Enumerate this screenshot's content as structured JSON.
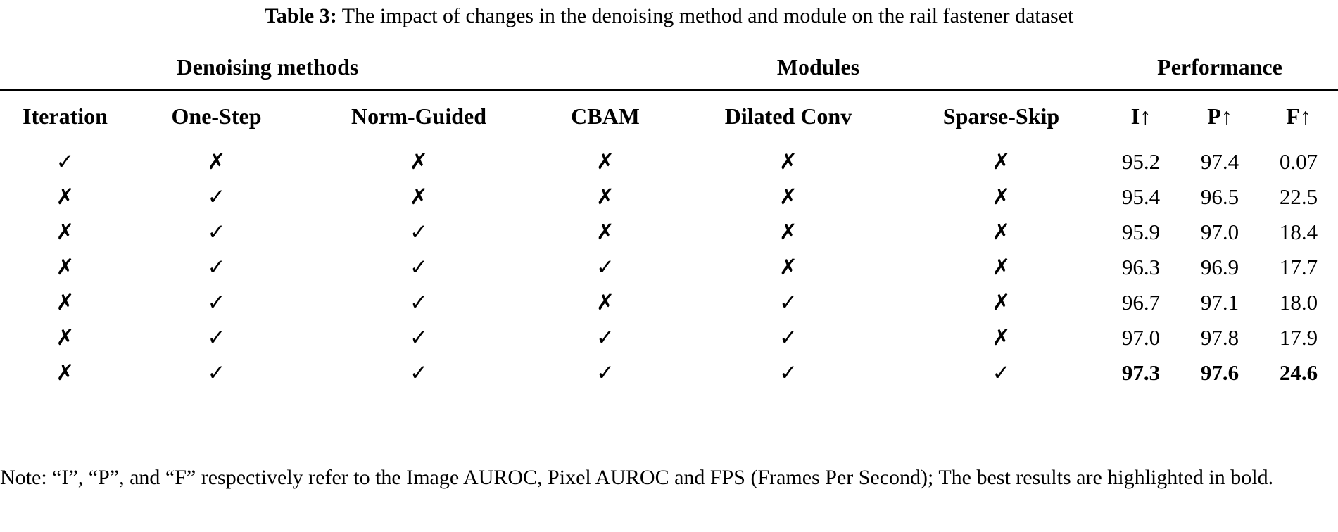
{
  "caption": {
    "label": "Table 3:",
    "text": "The impact of changes in the denoising method and module on the rail fastener dataset"
  },
  "table": {
    "group_headers": [
      {
        "label": "Denoising methods",
        "span": 3
      },
      {
        "label": "Modules",
        "span": 3
      },
      {
        "label": "Performance",
        "span": 3
      }
    ],
    "columns": [
      "Iteration",
      "One-Step",
      "Norm-Guided",
      "CBAM",
      "Dilated Conv",
      "Sparse-Skip",
      "I↑",
      "P↑",
      "F↑"
    ],
    "marks": {
      "check": "✓",
      "cross": "✗"
    },
    "rows": [
      {
        "iteration": "✓",
        "one_step": "✗",
        "norm_guided": "✗",
        "cbam": "✗",
        "dilated_conv": "✗",
        "sparse_skip": "✗",
        "I": "95.2",
        "P": "97.4",
        "F": "0.07",
        "best": false
      },
      {
        "iteration": "✗",
        "one_step": "✓",
        "norm_guided": "✗",
        "cbam": "✗",
        "dilated_conv": "✗",
        "sparse_skip": "✗",
        "I": "95.4",
        "P": "96.5",
        "F": "22.5",
        "best": false
      },
      {
        "iteration": "✗",
        "one_step": "✓",
        "norm_guided": "✓",
        "cbam": "✗",
        "dilated_conv": "✗",
        "sparse_skip": "✗",
        "I": "95.9",
        "P": "97.0",
        "F": "18.4",
        "best": false
      },
      {
        "iteration": "✗",
        "one_step": "✓",
        "norm_guided": "✓",
        "cbam": "✓",
        "dilated_conv": "✗",
        "sparse_skip": "✗",
        "I": "96.3",
        "P": "96.9",
        "F": "17.7",
        "best": false
      },
      {
        "iteration": "✗",
        "one_step": "✓",
        "norm_guided": "✓",
        "cbam": "✗",
        "dilated_conv": "✓",
        "sparse_skip": "✗",
        "I": "96.7",
        "P": "97.1",
        "F": "18.0",
        "best": false
      },
      {
        "iteration": "✗",
        "one_step": "✓",
        "norm_guided": "✓",
        "cbam": "✓",
        "dilated_conv": "✓",
        "sparse_skip": "✗",
        "I": "97.0",
        "P": "97.8",
        "F": "17.9",
        "best": false
      },
      {
        "iteration": "✗",
        "one_step": "✓",
        "norm_guided": "✓",
        "cbam": "✓",
        "dilated_conv": "✓",
        "sparse_skip": "✓",
        "I": "97.3",
        "P": "97.6",
        "F": "24.6",
        "best": true
      }
    ]
  },
  "note": {
    "text": "Note: “I”, “P”, and “F” respectively refer to the Image AUROC, Pixel AUROC and FPS (Frames Per Second); The best results are highlighted in bold."
  },
  "colors": {
    "text": "#000000",
    "background": "#ffffff",
    "rule": "#000000"
  }
}
